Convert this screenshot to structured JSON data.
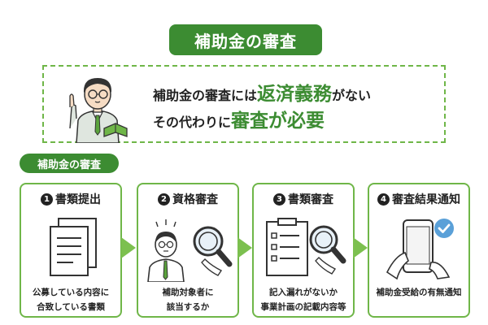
{
  "header": {
    "title": "補助金の審査"
  },
  "intro": {
    "line1_pre": "補助金の審査には",
    "line1_highlight": "返済義務",
    "line1_post": "がない",
    "line2_pre": "その代わりに",
    "line2_highlight": "審査が必要"
  },
  "section": {
    "label": "補助金の審査"
  },
  "steps": [
    {
      "number": "1",
      "title": "書類提出",
      "desc": [
        "公募している内容に",
        "合致している書類"
      ],
      "icon": "documents-icon"
    },
    {
      "number": "2",
      "title": "資格審査",
      "desc": [
        "補助対象者に",
        "該当するか"
      ],
      "icon": "reviewer-magnifier-icon"
    },
    {
      "number": "3",
      "title": "書類審査",
      "desc": [
        "記入漏れがないか",
        "事業計画の記載内容等"
      ],
      "icon": "checklist-magnifier-icon"
    },
    {
      "number": "4",
      "title": "審査結果通知",
      "desc": [
        "補助金受給の有無通知"
      ],
      "icon": "smartphone-check-icon"
    }
  ],
  "colors": {
    "accent": "#3c8c32",
    "border": "#6fb648",
    "arrow": "#7cc04f"
  }
}
